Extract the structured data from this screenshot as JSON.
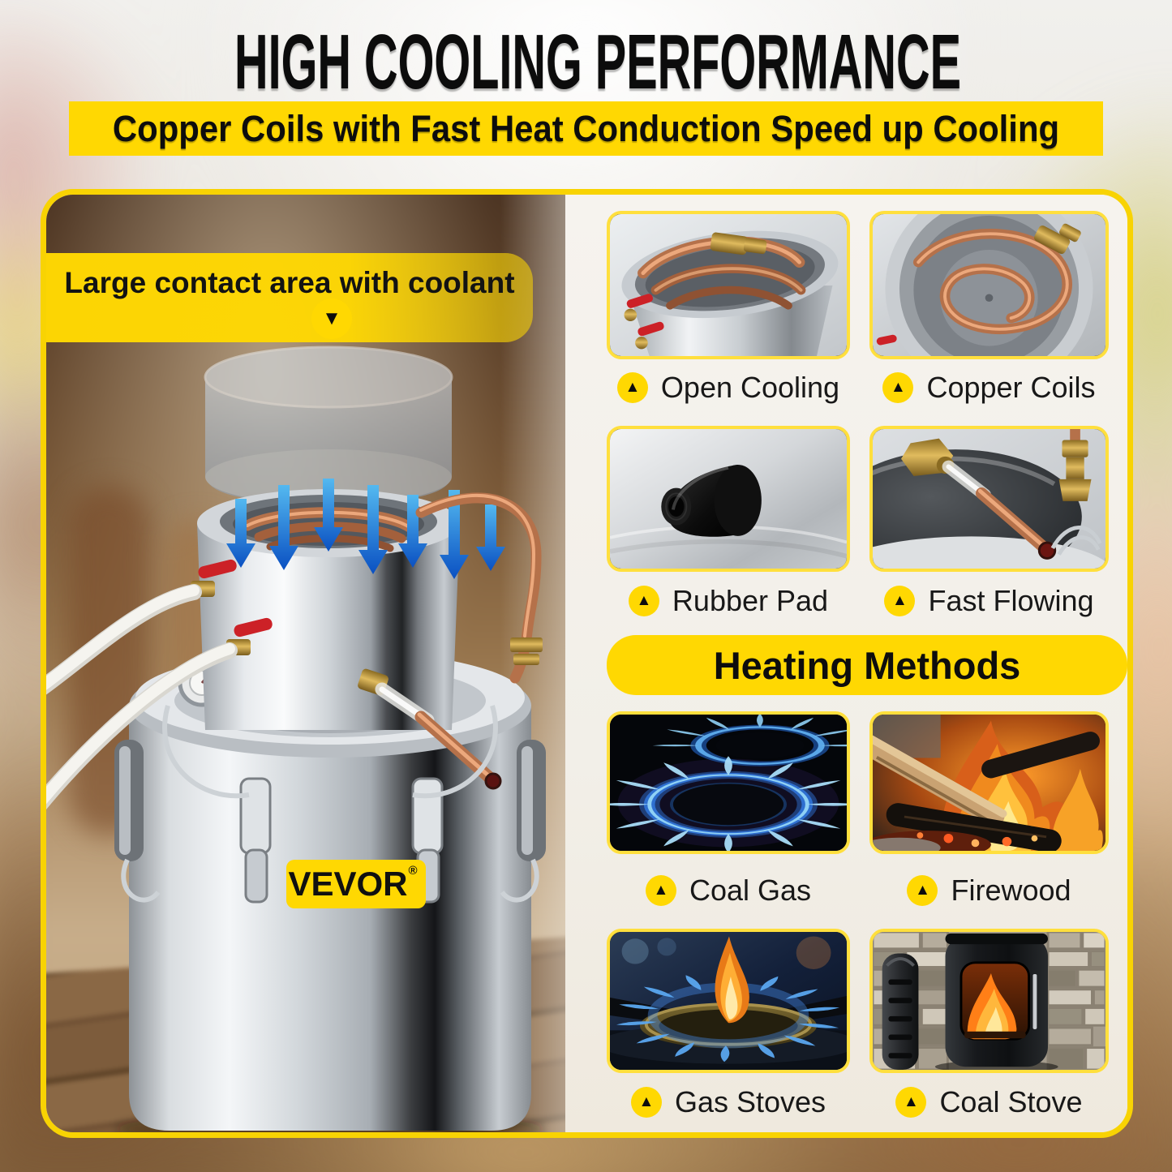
{
  "header": {
    "title": "HIGH COOLING PERFORMANCE",
    "subtitle": "Copper Coils with Fast Heat Conduction Speed up Cooling"
  },
  "callout": {
    "label": "Large contact area with coolant",
    "pin_icon": "▼"
  },
  "product": {
    "brand": "VEVOR",
    "brand_reg": "®"
  },
  "features": [
    {
      "label": "Open Cooling"
    },
    {
      "label": "Copper Coils"
    },
    {
      "label": "Rubber Pad"
    },
    {
      "label": "Fast Flowing"
    }
  ],
  "heating": {
    "title": "Heating Methods",
    "items": [
      {
        "label": "Coal Gas"
      },
      {
        "label": "Firewood"
      },
      {
        "label": "Gas Stoves"
      },
      {
        "label": "Coal Stove"
      }
    ]
  },
  "icons": {
    "bullet": "▲",
    "down_arrow": "▼"
  },
  "colors": {
    "accent_yellow": "#FFD802",
    "tile_border": "#FFDF3D",
    "frame_border": "#F8D303",
    "arrow_blue": "#1E74D8",
    "copper": "#C07A4E",
    "text_black": "#0D0D0D"
  }
}
